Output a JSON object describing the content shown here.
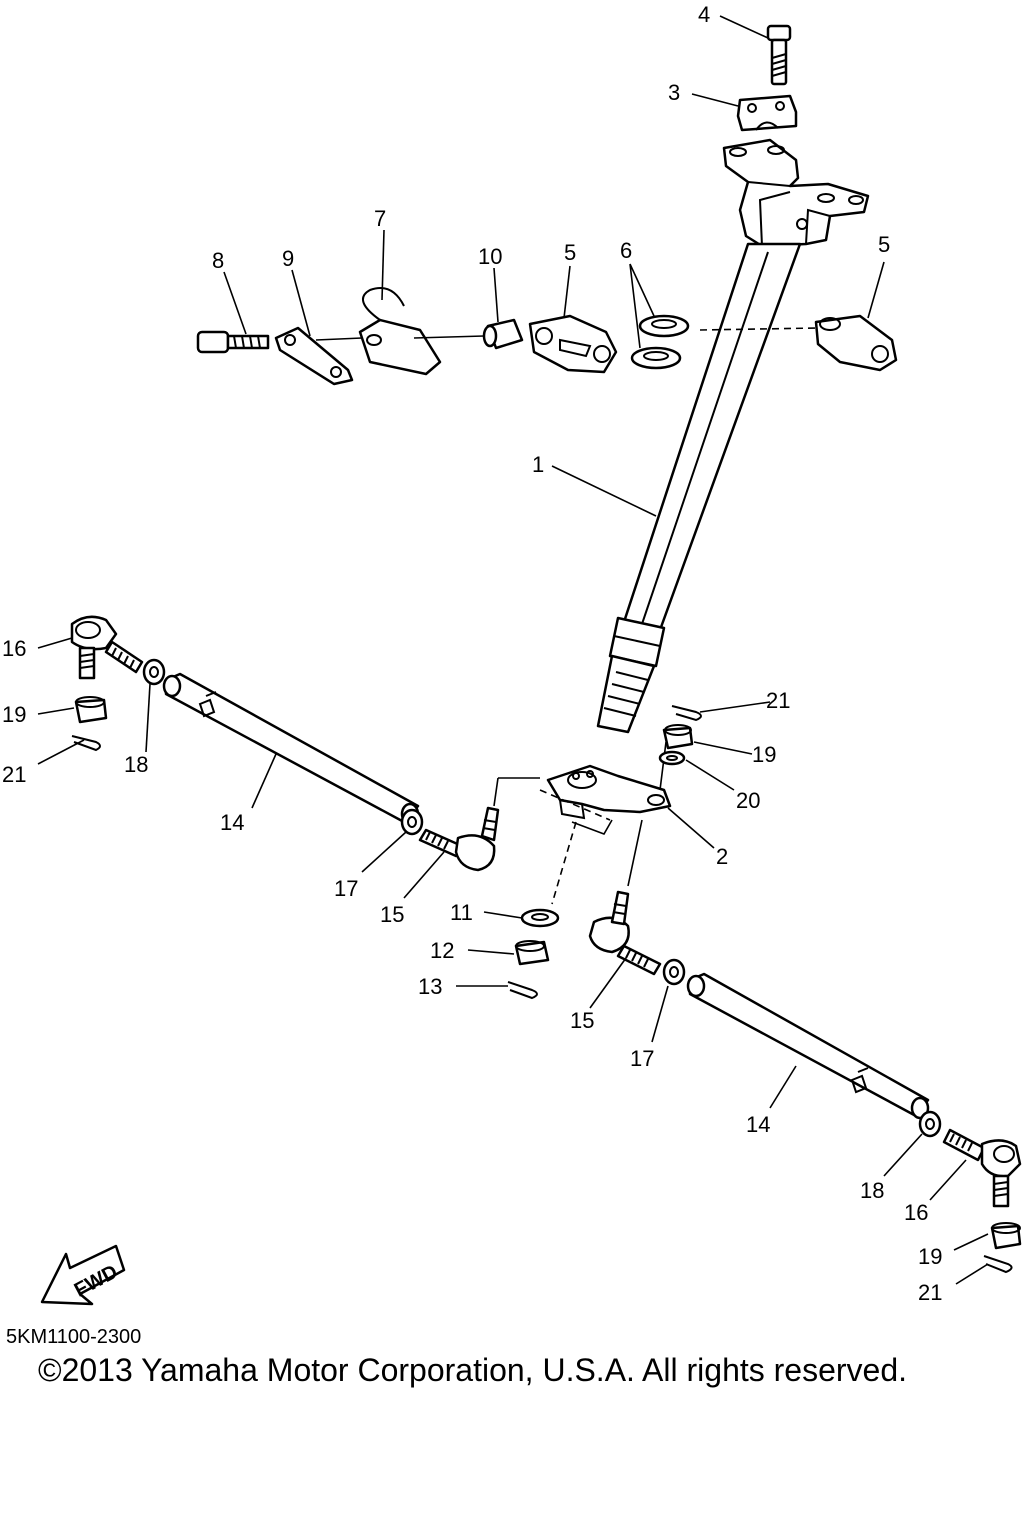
{
  "callouts": [
    {
      "id": "c4",
      "label": "4"
    },
    {
      "id": "c3",
      "label": "3"
    },
    {
      "id": "c7",
      "label": "7"
    },
    {
      "id": "c8",
      "label": "8"
    },
    {
      "id": "c9",
      "label": "9"
    },
    {
      "id": "c10",
      "label": "10"
    },
    {
      "id": "c5a",
      "label": "5"
    },
    {
      "id": "c6",
      "label": "6"
    },
    {
      "id": "c5b",
      "label": "5"
    },
    {
      "id": "c1",
      "label": "1"
    },
    {
      "id": "c16a",
      "label": "16"
    },
    {
      "id": "c19a",
      "label": "19"
    },
    {
      "id": "c21a",
      "label": "21"
    },
    {
      "id": "c18a",
      "label": "18"
    },
    {
      "id": "c14a",
      "label": "14"
    },
    {
      "id": "c21b",
      "label": "21"
    },
    {
      "id": "c19b",
      "label": "19"
    },
    {
      "id": "c20",
      "label": "20"
    },
    {
      "id": "c2",
      "label": "2"
    },
    {
      "id": "c17a",
      "label": "17"
    },
    {
      "id": "c15a",
      "label": "15"
    },
    {
      "id": "c11",
      "label": "11"
    },
    {
      "id": "c12",
      "label": "12"
    },
    {
      "id": "c13",
      "label": "13"
    },
    {
      "id": "c15b",
      "label": "15"
    },
    {
      "id": "c17b",
      "label": "17"
    },
    {
      "id": "c14b",
      "label": "14"
    },
    {
      "id": "c18b",
      "label": "18"
    },
    {
      "id": "c16b",
      "label": "16"
    },
    {
      "id": "c19c",
      "label": "19"
    },
    {
      "id": "c21c",
      "label": "21"
    }
  ],
  "fwd_arrow": {
    "label": "FWD",
    "icon": "forward-arrow-icon"
  },
  "diagram_code": "5KM1100-2300",
  "copyright": "©2013 Yamaha Motor Corporation, U.S.A. All rights reserved."
}
